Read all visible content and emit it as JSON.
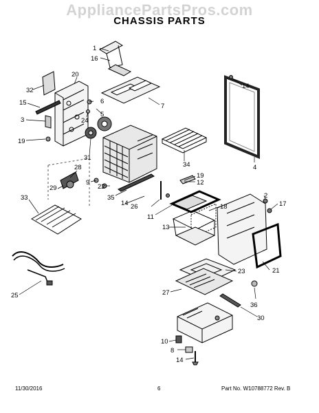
{
  "watermark": "AppliancePartsPros.com",
  "title": "CHASSIS PARTS",
  "footer": {
    "date": "11/30/2016",
    "page": "6",
    "part_no": "Part No.  W10788772  Rev. B"
  },
  "callouts": [
    "1",
    "16",
    "20",
    "32",
    "5",
    "6",
    "7",
    "14",
    "15",
    "3",
    "24",
    "19",
    "31",
    "28",
    "34",
    "4",
    "9",
    "22",
    "29",
    "33",
    "35",
    "26",
    "14",
    "11",
    "19",
    "12",
    "2",
    "17",
    "18",
    "13",
    "21",
    "23",
    "27",
    "36",
    "25",
    "30",
    "10",
    "8",
    "14"
  ]
}
